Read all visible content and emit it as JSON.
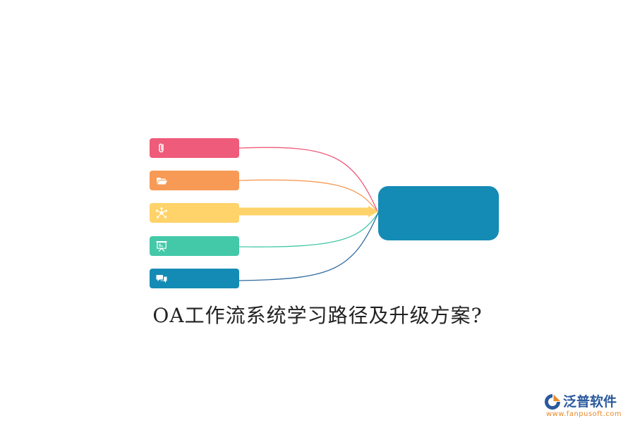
{
  "diagram": {
    "title": "OA工作流系统学习路径及升级方案?",
    "items": [
      {
        "icon": "paperclip-icon",
        "color": "#ef5b7a"
      },
      {
        "icon": "folder-icon",
        "color": "#f79a55"
      },
      {
        "icon": "network-icon",
        "color": "#ffd36a"
      },
      {
        "icon": "presentation-icon",
        "color": "#43c8a8"
      },
      {
        "icon": "chat-icon",
        "color": "#148bb5"
      }
    ],
    "hub": {
      "color": "#148bb5"
    }
  },
  "watermark": {
    "brand": "泛普软件",
    "url": "www.fanpusoft.com",
    "mark_colors": [
      "#2b5a9c",
      "#e98a2a"
    ]
  }
}
